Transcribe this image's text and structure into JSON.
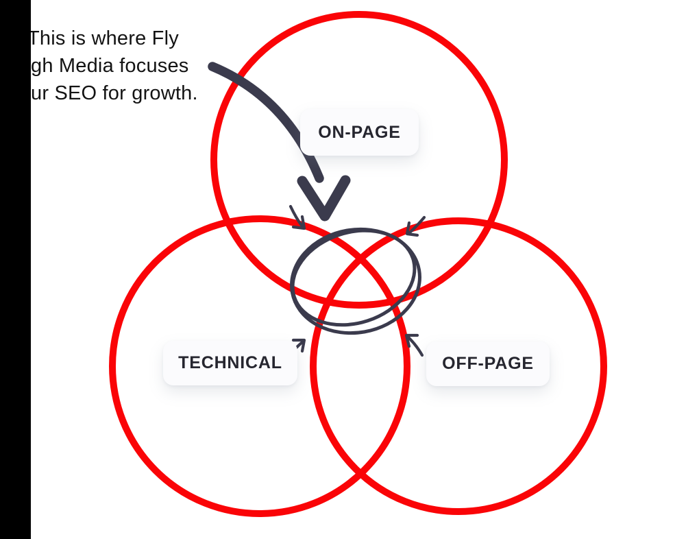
{
  "colors": {
    "background": "#ffffff",
    "bar": "#000000",
    "circle_red": "#fa0407",
    "ink": "#3b3b4d",
    "label_text": "#26262f",
    "label_bg": "#fbfbfd",
    "annotation_text": "#131313"
  },
  "annotation": {
    "lines": [
      "This is where Fly",
      "gh Media focuses",
      "ur SEO for growth."
    ]
  },
  "labels": {
    "on_page": "ON-PAGE",
    "technical": "TECHNICAL",
    "off_page": "OFF-PAGE"
  }
}
